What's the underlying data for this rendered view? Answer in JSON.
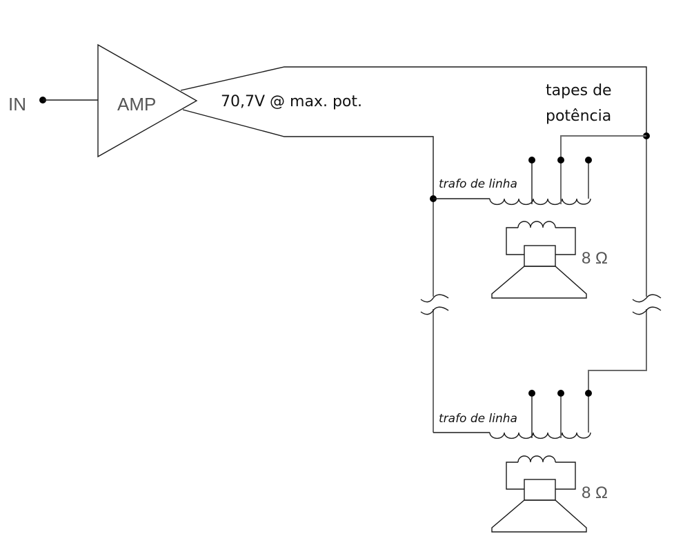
{
  "diagram": {
    "input_label": "IN",
    "amp_label": "AMP",
    "line_voltage_label": "70,7V @ max. pot.",
    "taps_label_line1": "tapes de",
    "taps_label_line2": "potência",
    "transformers": [
      {
        "label": "trafo de linha",
        "speaker_impedance": "8 Ω"
      },
      {
        "label": "trafo de linha",
        "speaker_impedance": "8 Ω"
      }
    ]
  }
}
